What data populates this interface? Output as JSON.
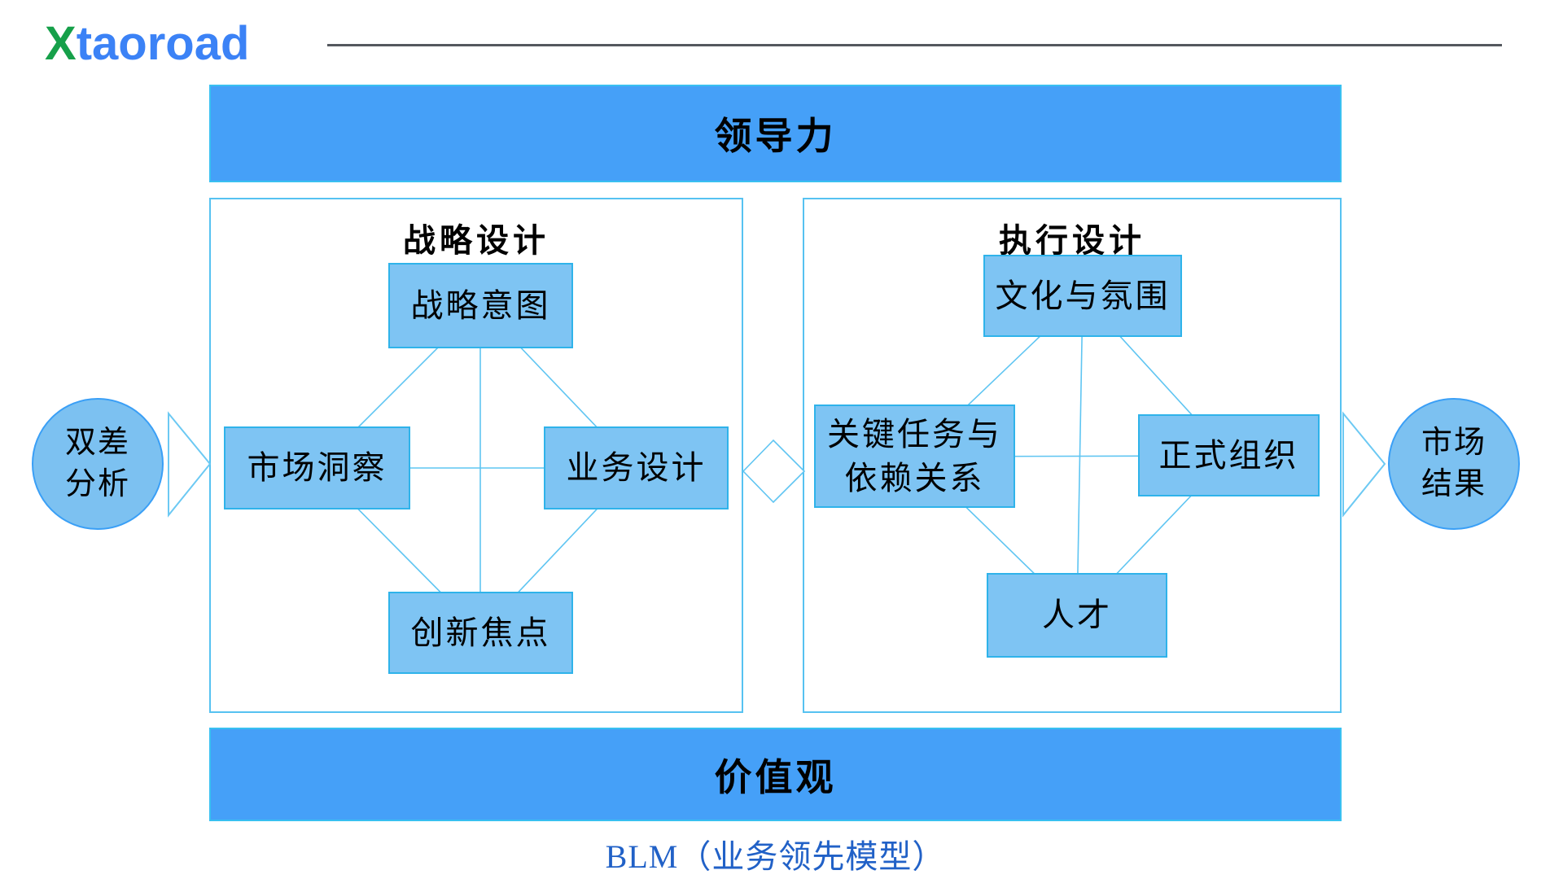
{
  "header": {
    "logo_x": "X",
    "logo_rest": "taoroad"
  },
  "diagram": {
    "top_banner": "领导力",
    "bottom_banner": "价值观",
    "caption": "BLM（业务领先模型）",
    "left_circle": "双差\n分析",
    "right_circle": "市场\n结果",
    "left_panel": {
      "title": "战略设计",
      "boxes": [
        "战略意图",
        "市场洞察",
        "业务设计",
        "创新焦点"
      ]
    },
    "right_panel": {
      "title": "执行设计",
      "boxes": [
        "文化与氛围",
        "关键任务与\n依赖关系",
        "正式组织",
        "人才"
      ]
    }
  },
  "colors": {
    "banner_fill": "#45A0F8",
    "banner_border": "#39C0F1",
    "box_fill": "#7EC4F3",
    "box_border": "#2FB3EA",
    "panel_border": "#56C2F1",
    "line_color": "#5FC5F2",
    "arrow_stroke": "#6CC9F3",
    "circle_fill": "#7CC1F1",
    "circle_border": "#3A9FF6",
    "logo_green": "#16A04A",
    "logo_blue": "#3B82F6",
    "rule_gray": "#54585E",
    "caption_blue": "#2161C7"
  }
}
